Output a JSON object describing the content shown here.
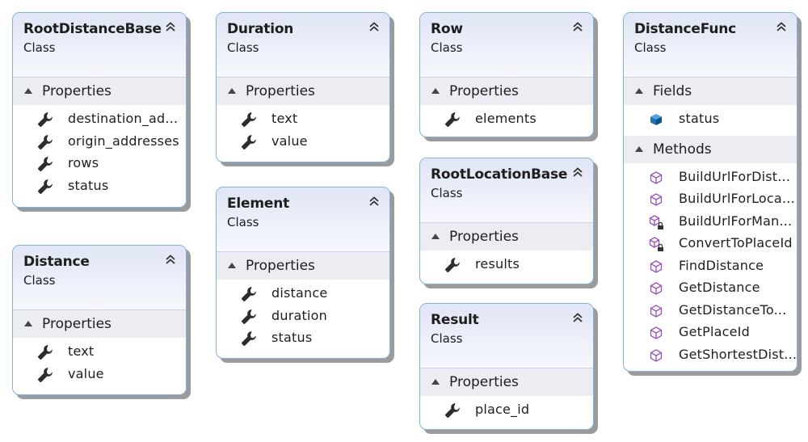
{
  "diagram": {
    "boxes": [
      {
        "key": "root_distance_base",
        "name": "RootDistanceBase",
        "kind": "Class",
        "sections": [
          {
            "title": "Properties",
            "members": [
              {
                "label": "destination_ad...",
                "icon": "wrench-icon"
              },
              {
                "label": "origin_addresses",
                "icon": "wrench-icon"
              },
              {
                "label": "rows",
                "icon": "wrench-icon"
              },
              {
                "label": "status",
                "icon": "wrench-icon"
              }
            ]
          }
        ]
      },
      {
        "key": "distance",
        "name": "Distance",
        "kind": "Class",
        "sections": [
          {
            "title": "Properties",
            "members": [
              {
                "label": "text",
                "icon": "wrench-icon"
              },
              {
                "label": "value",
                "icon": "wrench-icon"
              }
            ]
          }
        ]
      },
      {
        "key": "duration",
        "name": "Duration",
        "kind": "Class",
        "sections": [
          {
            "title": "Properties",
            "members": [
              {
                "label": "text",
                "icon": "wrench-icon"
              },
              {
                "label": "value",
                "icon": "wrench-icon"
              }
            ]
          }
        ]
      },
      {
        "key": "element",
        "name": "Element",
        "kind": "Class",
        "sections": [
          {
            "title": "Properties",
            "members": [
              {
                "label": "distance",
                "icon": "wrench-icon"
              },
              {
                "label": "duration",
                "icon": "wrench-icon"
              },
              {
                "label": "status",
                "icon": "wrench-icon"
              }
            ]
          }
        ]
      },
      {
        "key": "row",
        "name": "Row",
        "kind": "Class",
        "sections": [
          {
            "title": "Properties",
            "members": [
              {
                "label": "elements",
                "icon": "wrench-icon"
              }
            ]
          }
        ]
      },
      {
        "key": "root_location_base",
        "name": "RootLocationBase",
        "kind": "Class",
        "sections": [
          {
            "title": "Properties",
            "members": [
              {
                "label": "results",
                "icon": "wrench-icon"
              }
            ]
          }
        ]
      },
      {
        "key": "result",
        "name": "Result",
        "kind": "Class",
        "sections": [
          {
            "title": "Properties",
            "members": [
              {
                "label": "place_id",
                "icon": "wrench-icon"
              }
            ]
          }
        ]
      },
      {
        "key": "distance_func",
        "name": "DistanceFunc",
        "kind": "Class",
        "sections": [
          {
            "title": "Fields",
            "members": [
              {
                "label": "status",
                "icon": "field-cube-icon"
              }
            ]
          },
          {
            "title": "Methods",
            "members": [
              {
                "label": "BuildUrlForDist...",
                "icon": "method-icon"
              },
              {
                "label": "BuildUrlForLoca...",
                "icon": "method-icon"
              },
              {
                "label": "BuildUrlForMan...",
                "icon": "private-method-icon"
              },
              {
                "label": "ConvertToPlaceId",
                "icon": "private-method-icon"
              },
              {
                "label": "FindDistance",
                "icon": "method-icon"
              },
              {
                "label": "GetDistance",
                "icon": "method-icon"
              },
              {
                "label": "GetDistanceTo...",
                "icon": "method-icon"
              },
              {
                "label": "GetPlaceId",
                "icon": "method-icon"
              },
              {
                "label": "GetShortestDist...",
                "icon": "method-icon"
              }
            ]
          }
        ]
      }
    ]
  },
  "colors": {
    "border": "#7fb2e3",
    "header_gradient_top": "#e0e5f5",
    "section_bg": "#ebedf3",
    "shadow": "#9b9b9b",
    "method_icon": "#9b4fbd",
    "field_icon": "#1e73b4"
  }
}
